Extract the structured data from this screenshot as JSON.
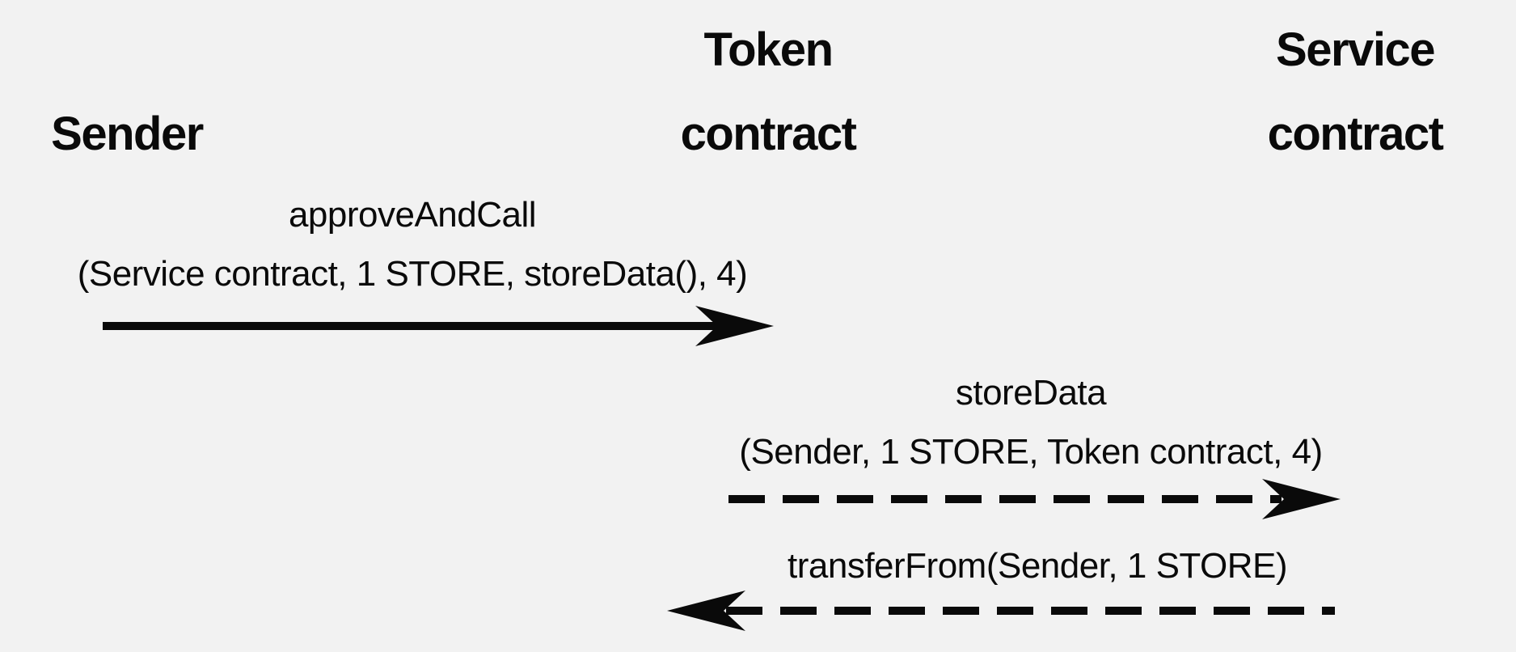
{
  "diagram": {
    "type": "sequence-diagram",
    "colors": {
      "background": "#f2f2f2",
      "ink": "#0a0a0a"
    },
    "actors": [
      {
        "id": "sender",
        "label": "Sender"
      },
      {
        "id": "token-contract",
        "label": "Token\ncontract"
      },
      {
        "id": "service-contract",
        "label": "Service\ncontract"
      }
    ],
    "messages": [
      {
        "from": "Sender",
        "to": "Token contract",
        "line_style": "solid",
        "direction": "right",
        "lines": [
          "approveAndCall",
          "(Service contract, 1 STORE, storeData(), 4)"
        ]
      },
      {
        "from": "Token contract",
        "to": "Service contract",
        "line_style": "dashed",
        "direction": "right",
        "lines": [
          "storeData",
          "(Sender, 1 STORE, Token contract, 4)"
        ]
      },
      {
        "from": "Service contract",
        "to": "Token contract",
        "line_style": "dashed",
        "direction": "left",
        "lines": [
          "transferFrom(Sender, 1 STORE)"
        ]
      }
    ]
  }
}
